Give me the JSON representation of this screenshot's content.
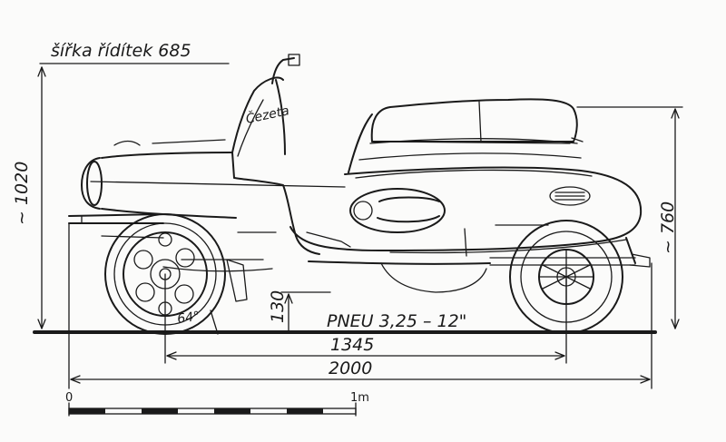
{
  "labels": {
    "handlebar_width": "šířka řídítek 685",
    "overall_height": "~ 1020",
    "seat_height": "~ 760",
    "ground_clearance": "130",
    "tyre": "PNEU 3,25 – 12\"",
    "wheelbase": "1345",
    "overall_length": "2000",
    "steering_angle": "64°",
    "brand_script": "Čezeta"
  },
  "scale_bar": {
    "start_label": "0",
    "end_label": "1m"
  },
  "colors": {
    "ink": "#1a1a1a",
    "paper": "#fbfbfa"
  }
}
